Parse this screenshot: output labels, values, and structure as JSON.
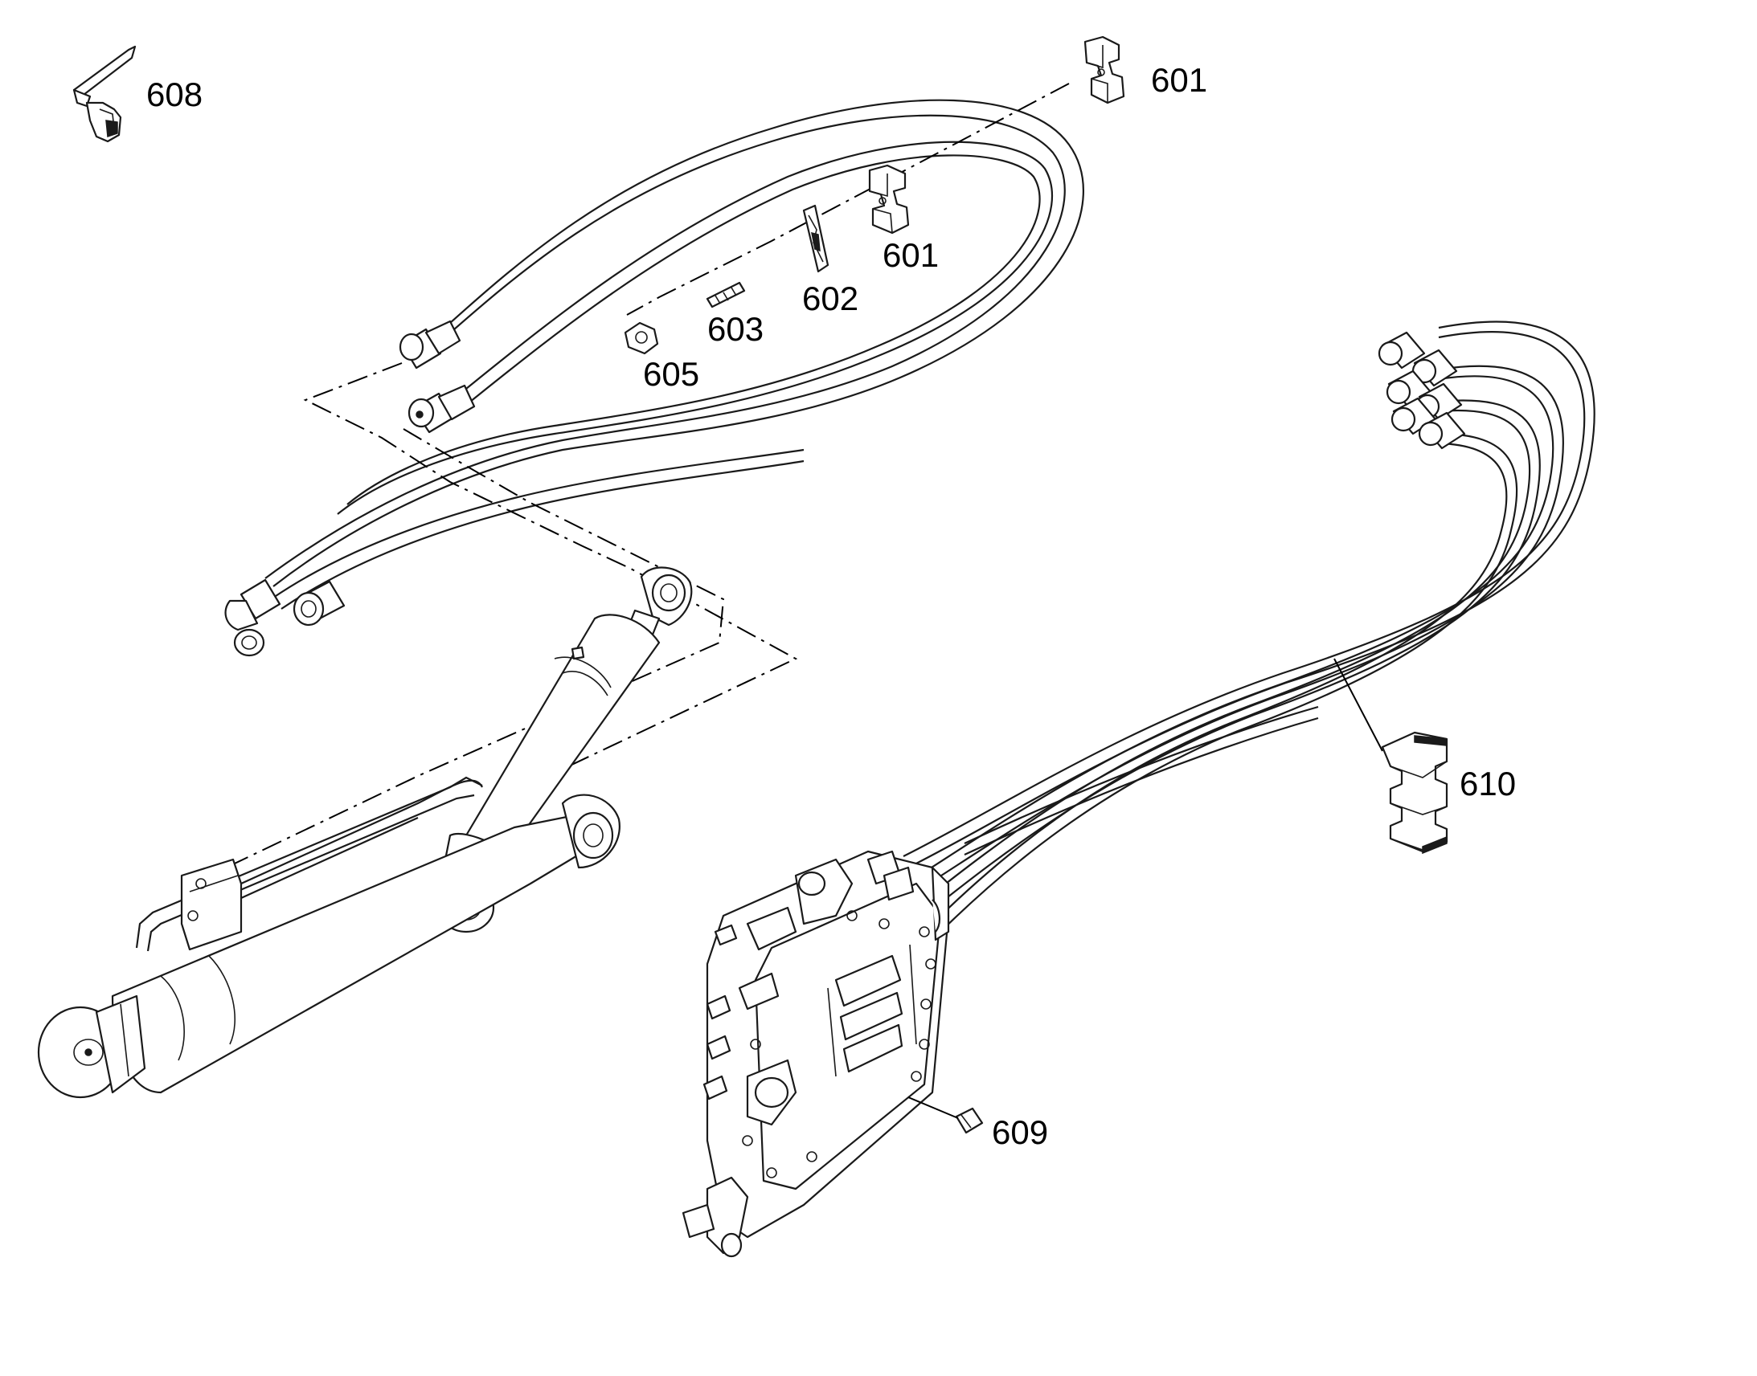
{
  "diagram": {
    "callouts": [
      {
        "id": "608",
        "label": "608"
      },
      {
        "id": "601a",
        "label": "601"
      },
      {
        "id": "601b",
        "label": "601"
      },
      {
        "id": "602",
        "label": "602"
      },
      {
        "id": "603",
        "label": "603"
      },
      {
        "id": "605",
        "label": "605"
      },
      {
        "id": "610",
        "label": "610"
      },
      {
        "id": "609",
        "label": "609"
      }
    ],
    "colors": {
      "line": "#1a1a1a",
      "background": "#ffffff",
      "text": "#000000"
    }
  }
}
